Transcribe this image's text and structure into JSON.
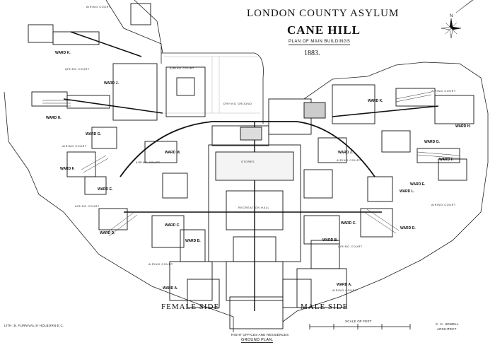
{
  "header": {
    "title": "LONDON COUNTY ASYLUM",
    "subtitle": "CANE HILL",
    "plan_caption": "PLAN OF MAIN BUILDINGS",
    "year": "1883."
  },
  "sides": {
    "female": "FEMALE SIDE",
    "male": "MALE SIDE"
  },
  "footer": {
    "printer": "LITH: B. FURNIVAL 5ᵗ HOLBORN E.C.",
    "scale_label": "SCALE OF FEET",
    "architect": "C. H. HOWELL",
    "architect_role": "ARCHITECT",
    "ground_plan": "GROUND PLAN.",
    "ground_plan_note": "RIGHT OFFICES AND RESIDENCES"
  },
  "wards": {
    "female": [
      {
        "label": "WARD K."
      },
      {
        "label": "WARD J."
      },
      {
        "label": "WARD H."
      },
      {
        "label": "WARD G."
      },
      {
        "label": "WARD F."
      },
      {
        "label": "WARD E."
      },
      {
        "label": "WARD D."
      },
      {
        "label": "WARD C."
      },
      {
        "label": "WARD B."
      },
      {
        "label": "WARD A."
      },
      {
        "label": "WARD M."
      }
    ],
    "male": [
      {
        "label": "WARD K."
      },
      {
        "label": "WARD H."
      },
      {
        "label": "WARD G."
      },
      {
        "label": "WARD F."
      },
      {
        "label": "WARD J."
      },
      {
        "label": "WARD E."
      },
      {
        "label": "WARD D."
      },
      {
        "label": "WARD C."
      },
      {
        "label": "WARD B."
      },
      {
        "label": "WARD A."
      },
      {
        "label": "WARD L."
      }
    ]
  },
  "courts": {
    "airing_court": "AIRING COURT",
    "drying_ground": "DRYING GROUND",
    "recreation_hall": "RECREATION HALL",
    "stores": "STORES"
  },
  "compass": {
    "label": "N"
  },
  "colors": {
    "ink": "#111111",
    "paper": "#ffffff",
    "grey": "#9a9a9a"
  }
}
